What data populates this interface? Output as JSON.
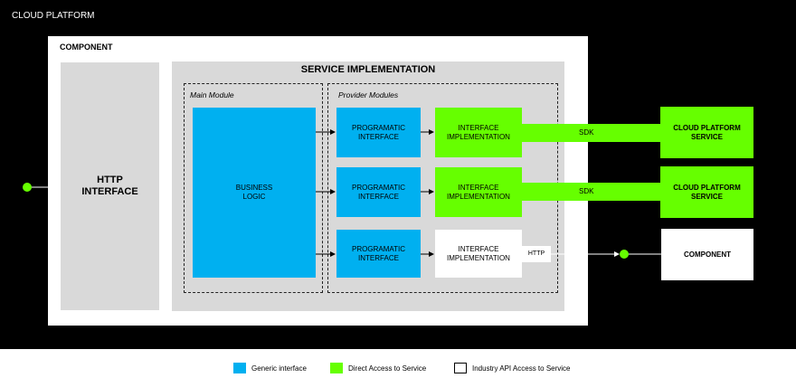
{
  "canvas_title": "CLOUD PLATFORM",
  "component": {
    "label": "COMPONENT",
    "http_interface": "HTTP\nINTERFACE"
  },
  "service_impl": {
    "title": "SERVICE IMPLEMENTATION",
    "main_module_label": "Main Module",
    "provider_modules_label": "Provider Modules",
    "business_logic": "BUSINESS\nLOGIC",
    "rows": [
      {
        "programatic": "PROGRAMATIC\nINTERFACE",
        "impl": "INTERFACE\nIMPLEMENTATION",
        "link": "SDK",
        "target": "CLOUD PLATFORM\nSERVICE"
      },
      {
        "programatic": "PROGRAMATIC\nINTERFACE",
        "impl": "INTERFACE\nIMPLEMENTATION",
        "link": "SDK",
        "target": "CLOUD PLATFORM\nSERVICE"
      },
      {
        "programatic": "PROGRAMATIC\nINTERFACE",
        "impl": "INTERFACE\nIMPLEMENTATION",
        "link": "HTTP",
        "target": "COMPONENT"
      }
    ]
  },
  "legend": [
    {
      "label": "Generic interface",
      "color": "#00b0f0"
    },
    {
      "label": "Direct Access to Service",
      "color": "#66ff00"
    },
    {
      "label": "Industry API Access to Service",
      "color": "#ffffff"
    }
  ],
  "colors": {
    "generic": "#00b0f0",
    "direct": "#66ff00",
    "background": "#000000",
    "panel": "#d9d9d9"
  }
}
